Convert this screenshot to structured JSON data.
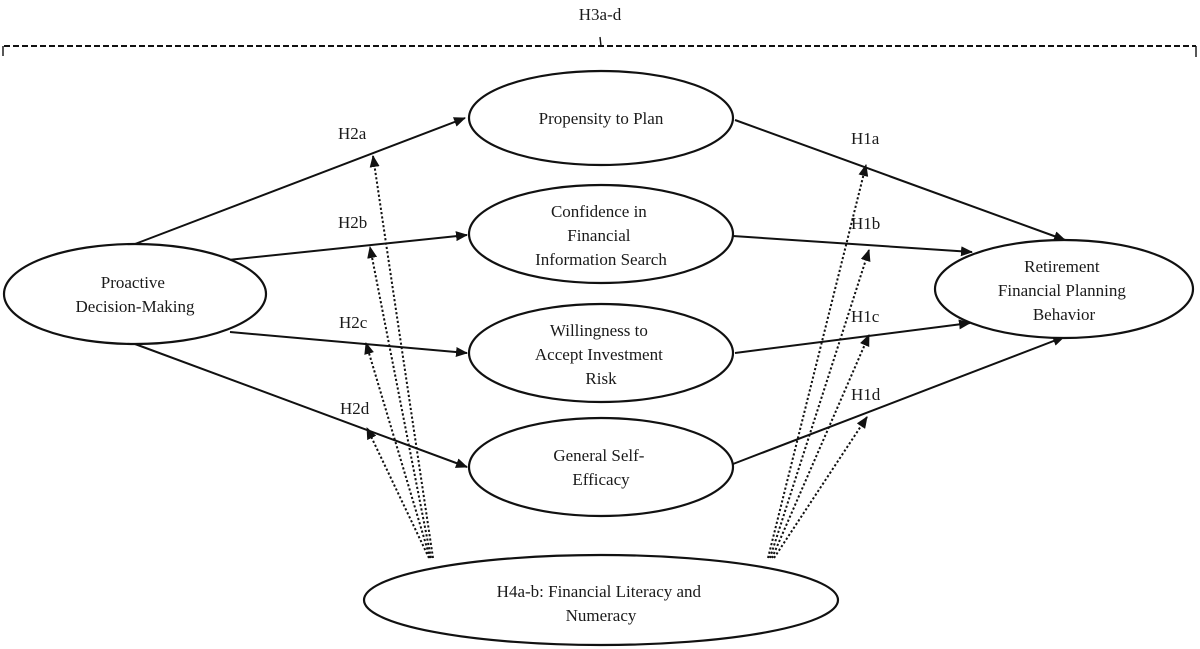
{
  "diagram": {
    "type": "conceptual-model",
    "bracket_label": "H3a-d",
    "nodes": [
      {
        "id": "pdm",
        "lines": [
          "Proactive",
          "Decision-Making"
        ]
      },
      {
        "id": "ptp",
        "lines": [
          "Propensity to Plan"
        ]
      },
      {
        "id": "cfis",
        "lines": [
          "Confidence in",
          "Financial",
          "Information Search"
        ]
      },
      {
        "id": "wair",
        "lines": [
          "Willingness to",
          "Accept Investment",
          "Risk"
        ]
      },
      {
        "id": "gse",
        "lines": [
          "General Self-",
          "Efficacy"
        ]
      },
      {
        "id": "rfpb",
        "lines": [
          "Retirement",
          "Financial Planning",
          "Behavior"
        ]
      },
      {
        "id": "fln",
        "lines": [
          "H4a-b: Financial Literacy and",
          "Numeracy"
        ]
      }
    ],
    "paths": [
      {
        "from": "pdm",
        "to": "ptp",
        "label": "H2a",
        "style": "solid"
      },
      {
        "from": "pdm",
        "to": "cfis",
        "label": "H2b",
        "style": "solid"
      },
      {
        "from": "pdm",
        "to": "wair",
        "label": "H2c",
        "style": "solid"
      },
      {
        "from": "pdm",
        "to": "gse",
        "label": "H2d",
        "style": "solid"
      },
      {
        "from": "ptp",
        "to": "rfpb",
        "label": "H1a",
        "style": "solid"
      },
      {
        "from": "cfis",
        "to": "rfpb",
        "label": "H1b",
        "style": "solid"
      },
      {
        "from": "wair",
        "to": "rfpb",
        "label": "H1c",
        "style": "solid"
      },
      {
        "from": "gse",
        "to": "rfpb",
        "label": "H1d",
        "style": "solid"
      }
    ],
    "moderations": [
      {
        "from": "fln",
        "targets_path": "H2a",
        "style": "dotted"
      },
      {
        "from": "fln",
        "targets_path": "H2b",
        "style": "dotted"
      },
      {
        "from": "fln",
        "targets_path": "H2c",
        "style": "dotted"
      },
      {
        "from": "fln",
        "targets_path": "H2d",
        "style": "dotted"
      },
      {
        "from": "fln",
        "targets_path": "H1a",
        "style": "dotted"
      },
      {
        "from": "fln",
        "targets_path": "H1b",
        "style": "dotted"
      },
      {
        "from": "fln",
        "targets_path": "H1c",
        "style": "dotted"
      },
      {
        "from": "fln",
        "targets_path": "H1d",
        "style": "dotted"
      }
    ],
    "colors": {
      "stroke": "#111111",
      "text": "#1a1a1a",
      "background": "#ffffff"
    }
  }
}
